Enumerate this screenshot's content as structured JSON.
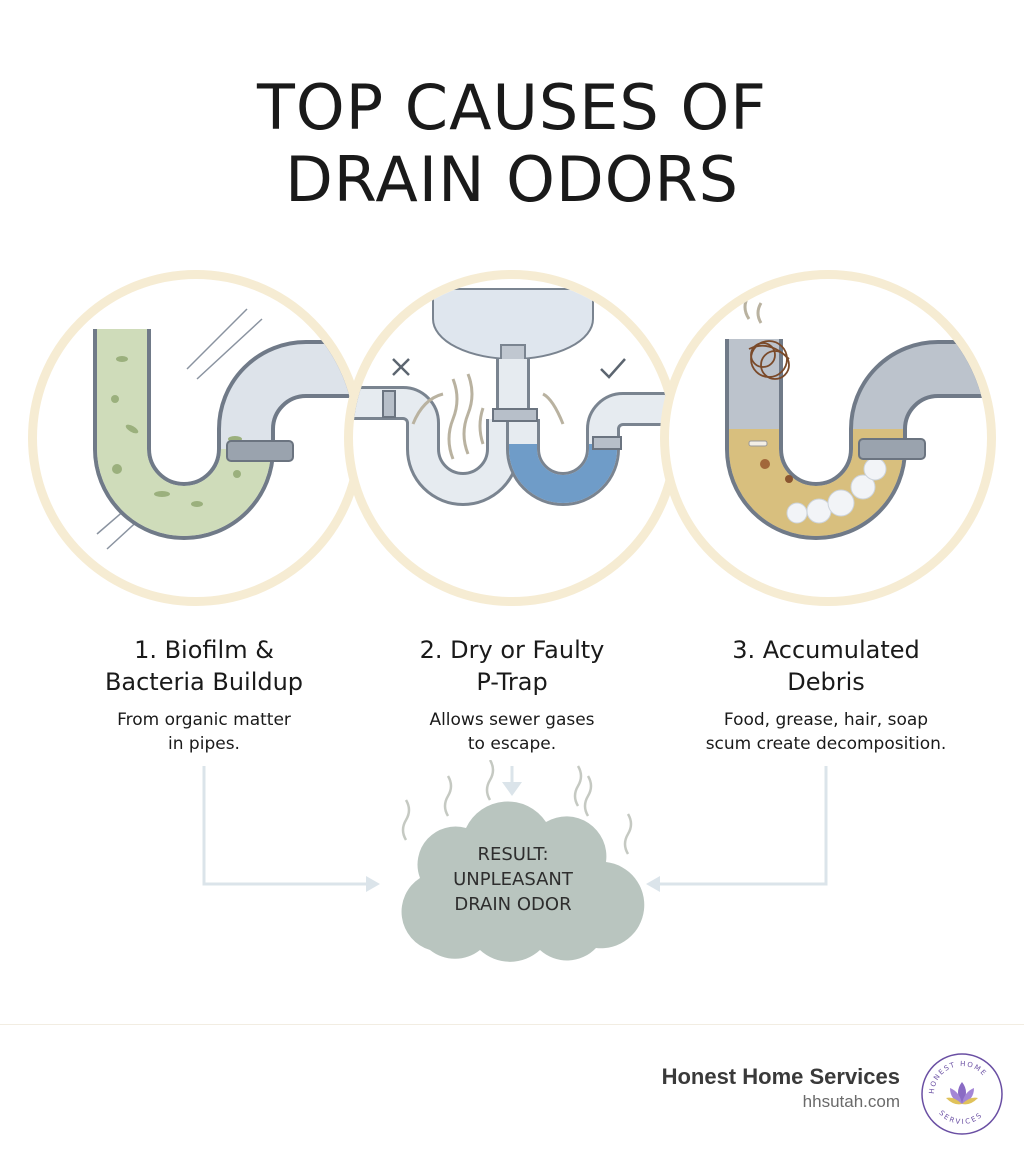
{
  "title": {
    "line1": "TOP CAUSES OF",
    "line2": "DRAIN ODORS"
  },
  "causes": [
    {
      "heading1": "1. Biofilm &",
      "heading2": "Bacteria Buildup",
      "desc1": "From organic matter",
      "desc2": "in pipes."
    },
    {
      "heading1": "2. Dry or Faulty",
      "heading2": "P-Trap",
      "desc1": "Allows sewer gases",
      "desc2": "to escape."
    },
    {
      "heading1": "3. Accumulated",
      "heading2": "Debris",
      "desc1": "Food, grease, hair, soap",
      "desc2": "scum create decomposition."
    }
  ],
  "result": {
    "line1": "RESULT:",
    "line2": "UNPLEASANT",
    "line3": "DRAIN ODOR"
  },
  "brand": {
    "name": "Honest Home Services",
    "url": "hhsutah.com",
    "logo_text_top": "HONEST HOME",
    "logo_text_bottom": "SERVICES"
  },
  "icons": {
    "faulty": "x-mark-icon",
    "working": "check-mark-icon"
  },
  "colors": {
    "circle_ring": "#f6ecd3",
    "pipe": "#c9ced6",
    "water": "#6f9cc8",
    "cloud": "#b9c5bf",
    "biofilm": "#cfdcba",
    "debris": "#d8bf7e",
    "logo_purple": "#6a4fa3"
  }
}
